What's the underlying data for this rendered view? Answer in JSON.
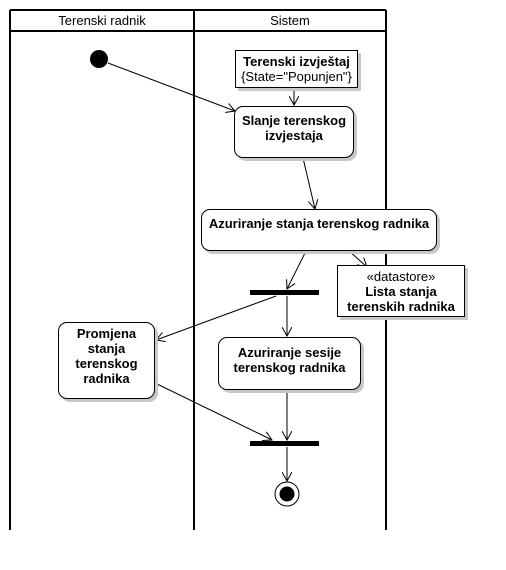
{
  "lanes": [
    "Terenski radnik",
    "Sistem"
  ],
  "objects": {
    "report": {
      "name": "Terenski izvještaj",
      "state": "{State=\"Popunjen\"}"
    },
    "datastore": {
      "stereotype": "«datastore»",
      "lines": [
        "Lista stanja",
        "terenskih radnika"
      ]
    }
  },
  "actions": {
    "send": [
      "Slanje terenskog",
      "izvjestaja"
    ],
    "update_state": [
      "Azuriranje stanja terenskog radnika"
    ],
    "change_state": [
      "Promjena",
      "stanja",
      "terenskog",
      "radnika"
    ],
    "update_session": [
      "Azuriranje sesije",
      "terenskog radnika"
    ]
  }
}
